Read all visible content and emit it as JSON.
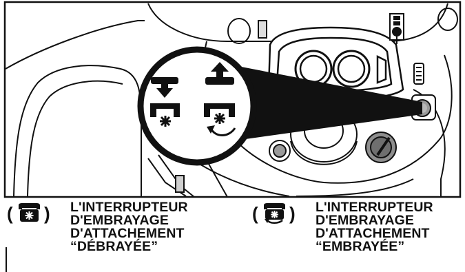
{
  "captions": {
    "left": {
      "line1": "L'INTERRUPTEUR",
      "line2": "D'EMBRAYAGE",
      "line3": "D'ATTACHEMENT",
      "line4": "“DÉBRAYÉE”",
      "icon": "pto-disengaged-icon"
    },
    "right": {
      "line1": "L'INTERRUPTEUR",
      "line2": "D'EMBRAYAGE",
      "line3": "D'ATTACHEMENT",
      "line4": "“EMBRAYÉE”",
      "icon": "pto-engaged-icon"
    }
  },
  "colors": {
    "ink": "#111111",
    "panel": "#ffffff",
    "knob": "#9a9a9a",
    "shade": "#cfcfcf"
  }
}
